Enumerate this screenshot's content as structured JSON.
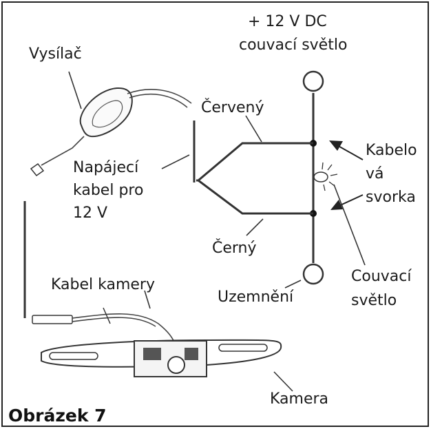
{
  "figure_title": "Obrázek 7",
  "labels": {
    "power": [
      "+ 12 V DC",
      "couvací světlo"
    ],
    "transmitter": "Vysílač",
    "red_wire": "Červený",
    "power_cable": [
      "Napájecí",
      "kabel pro",
      "12 V"
    ],
    "cable_clamp": [
      "Kabelo",
      "vá",
      "svorka"
    ],
    "black_wire": "Černý",
    "reverse_light": [
      "Couvací",
      "světlo"
    ],
    "ground": "Uzemnění",
    "camera_cable": "Kabel kamery",
    "camera": "Kamera"
  }
}
